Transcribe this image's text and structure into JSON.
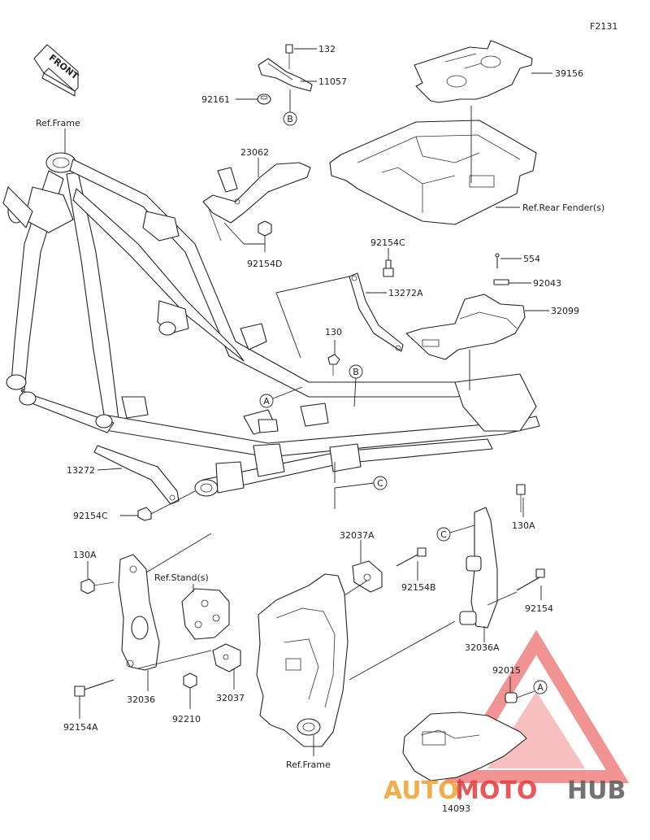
{
  "diagram_code": "F2131",
  "front_label": "FRONT",
  "parts": {
    "p132": "132",
    "p11057": "11057",
    "p92161": "92161",
    "p39156": "39156",
    "p23062": "23062",
    "p92154D": "92154D",
    "p92154C_top": "92154C",
    "p13272A": "13272A",
    "p554": "554",
    "p92043": "92043",
    "p32099": "32099",
    "p130": "130",
    "p13272": "13272",
    "p92154C": "92154C",
    "p130A_left": "130A",
    "p130A_right": "130A",
    "p32037A": "32037A",
    "p92154B": "92154B",
    "p92154": "92154",
    "p32036A": "32036A",
    "p32036": "32036",
    "p92154A": "92154A",
    "p92210": "92210",
    "p32037": "32037",
    "p92015": "92015",
    "p14093": "14093"
  },
  "refs": {
    "frame_top": "Ref.Frame",
    "frame_bottom": "Ref.Frame",
    "rear_fender": "Ref.Rear Fender(s)",
    "stand": "Ref.Stand(s)"
  },
  "callouts": {
    "A1": "A",
    "A2": "A",
    "B1": "B",
    "B2": "B",
    "C1": "C",
    "C2": "C"
  },
  "watermark": {
    "part1": "AUTO",
    "part2": "MOTO",
    "part3": "HUB",
    "color_main": "#f0a030",
    "color_accent": "#e63c3c",
    "color_dark": "#5a5a5a"
  }
}
